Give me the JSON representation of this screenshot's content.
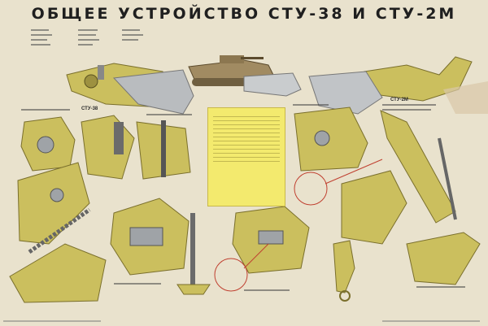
{
  "poster": {
    "title": "ОБЩЕЕ УСТРОЙСТВО СТУ-38 И СТУ-2М",
    "left_label": "СТУ-38",
    "right_label": "СТУ-2М"
  },
  "colors": {
    "background": "#e9e2cd",
    "metal": "#cbbf5e",
    "metal_dark": "#7a6f2c",
    "steel": "#9fa3a7",
    "table": "#f3ea6e",
    "highlight_circle": "#c04030",
    "tank": "#a18b62"
  }
}
